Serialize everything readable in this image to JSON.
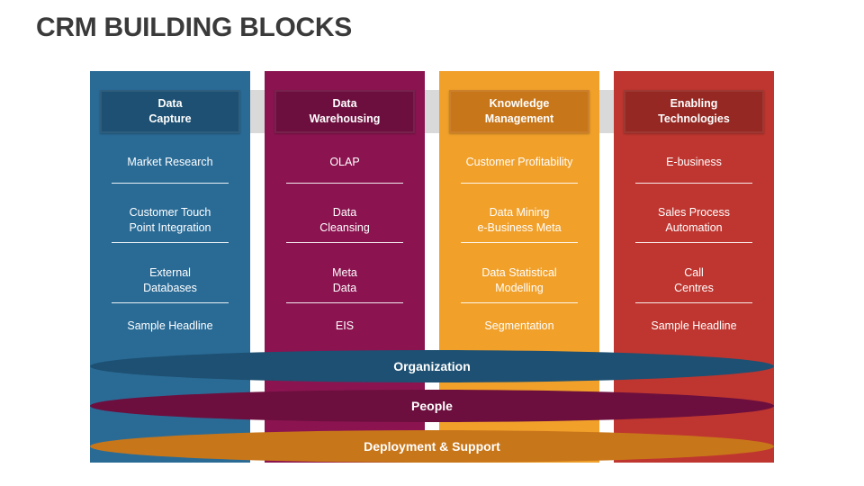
{
  "title": "CRM BUILDING BLOCKS",
  "columns": [
    {
      "header": "Data\nCapture",
      "items": [
        "Market Research",
        "Customer Touch\nPoint Integration",
        "External\nDatabases",
        "Sample Headline"
      ],
      "color": "#2a6b96"
    },
    {
      "header": "Data\nWarehousing",
      "items": [
        "OLAP",
        "Data\nCleansing",
        "Meta\nData",
        "EIS"
      ],
      "color": "#8b1450"
    },
    {
      "header": "Knowledge\nManagement",
      "items": [
        "Customer Profitability",
        "Data Mining\ne-Business Meta",
        "Data Statistical\nModelling",
        "Segmentation"
      ],
      "color": "#f1a02a"
    },
    {
      "header": "Enabling\nTechnologies",
      "items": [
        "E-business",
        "Sales Process\nAutomation",
        "Call\nCentres",
        "Sample Headline"
      ],
      "color": "#bf3630"
    }
  ],
  "foundation": [
    {
      "label": "Organization",
      "color": "#1d5072"
    },
    {
      "label": "People",
      "color": "#6c0f3e"
    },
    {
      "label": "Deployment & Support",
      "color": "#c8761a"
    }
  ]
}
